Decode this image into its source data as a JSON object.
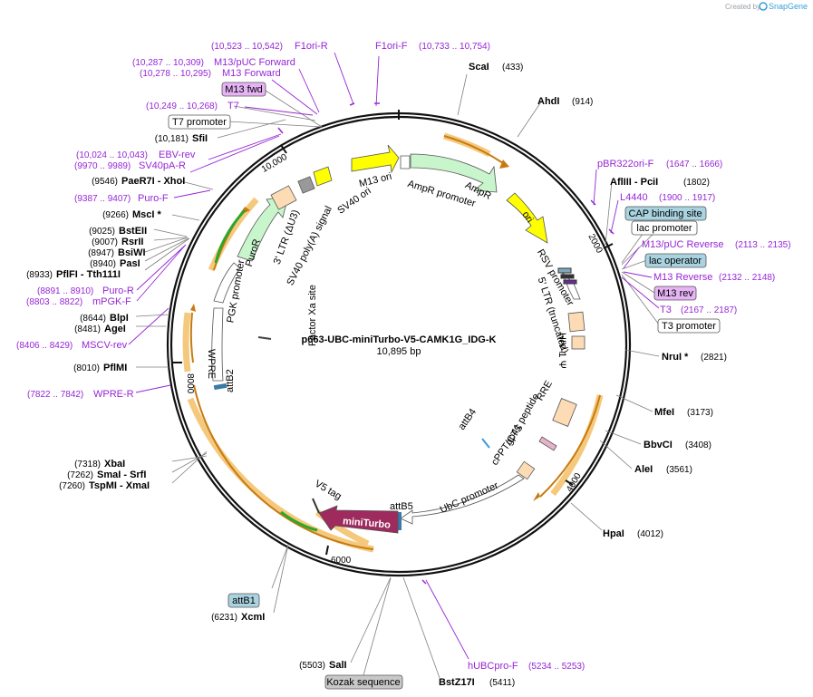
{
  "watermark": {
    "prefix": "Created by",
    "brand": "SnapGene"
  },
  "plasmid": {
    "name": "p663-UBC-miniTurbo-V5-CAMK1G_IDG-K",
    "length": "10,895 bp"
  },
  "ticks": [
    "2000",
    "4000",
    "6000",
    "8000",
    "10,000"
  ],
  "sites_right": [
    {
      "name": "ScaI",
      "pos": "(433)"
    },
    {
      "name": "AhdI",
      "pos": "(914)"
    },
    {
      "name": "AflIII  - PciI",
      "pos": "(1802)"
    },
    {
      "name": "NruI *",
      "pos": "(2821)"
    },
    {
      "name": "MfeI",
      "pos": "(3173)"
    },
    {
      "name": "BbvCI",
      "pos": "(3408)"
    },
    {
      "name": "AleI",
      "pos": "(3561)"
    },
    {
      "name": "HpaI",
      "pos": "(4012)"
    },
    {
      "name": "BstZ17I",
      "pos": "(5411)"
    }
  ],
  "sites_left": [
    {
      "name": "SfiI",
      "pos": "(10,181)"
    },
    {
      "name": "PaeR7I  - XhoI",
      "pos": "(9546)"
    },
    {
      "name": "MscI *",
      "pos": "(9266)"
    },
    {
      "name": "BstEII",
      "pos": "(9025)"
    },
    {
      "name": "RsrII",
      "pos": "(9007)"
    },
    {
      "name": "BsiWI",
      "pos": "(8947)"
    },
    {
      "name": "PasI",
      "pos": "(8940)"
    },
    {
      "name": "PflFI  - Tth111I",
      "pos": "(8933)"
    },
    {
      "name": "BlpI",
      "pos": "(8644)"
    },
    {
      "name": "AgeI",
      "pos": "(8481)"
    },
    {
      "name": "PflMI",
      "pos": "(8010)"
    },
    {
      "name": "XbaI",
      "pos": "(7318)"
    },
    {
      "name": "SmaI  - SrfI",
      "pos": "(7262)"
    },
    {
      "name": "TspMI  - XmaI",
      "pos": "(7260)"
    },
    {
      "name": "XcmI",
      "pos": "(6231)"
    },
    {
      "name": "SalI",
      "pos": "(5503)"
    }
  ],
  "primers_right": [
    {
      "name": "F1ori-F",
      "range": "(10,733 .. 10,754)"
    },
    {
      "name": "pBR322ori-F",
      "range": "(1647 .. 1666)"
    },
    {
      "name": "L4440",
      "range": "(1900 .. 1917)"
    },
    {
      "name": "M13/pUC Reverse",
      "range": "(2113 .. 2135)"
    },
    {
      "name": "M13 Reverse",
      "range": "(2132 .. 2148)"
    },
    {
      "name": "T3",
      "range": "(2167 .. 2187)"
    },
    {
      "name": "hUBCpro-F",
      "range": "(5234 .. 5253)"
    }
  ],
  "primers_left": [
    {
      "name": "F1ori-R",
      "range": "(10,523 .. 10,542)"
    },
    {
      "name": "M13/pUC Forward",
      "range": "(10,287 .. 10,309)"
    },
    {
      "name": "M13 Forward",
      "range": "(10,278 .. 10,295)"
    },
    {
      "name": "T7",
      "range": "(10,249 .. 10,268)"
    },
    {
      "name": "EBV-rev",
      "range": "(10,024 .. 10,043)"
    },
    {
      "name": "SV40pA-R",
      "range": "(9970 .. 9989)"
    },
    {
      "name": "Puro-F",
      "range": "(9387 .. 9407)"
    },
    {
      "name": "Puro-R",
      "range": "(8891 .. 8910)"
    },
    {
      "name": "mPGK-F",
      "range": "(8803 .. 8822)"
    },
    {
      "name": "MSCV-rev",
      "range": "(8406 .. 8429)"
    },
    {
      "name": "WPRE-R",
      "range": "(7822 .. 7842)"
    }
  ],
  "boxes": {
    "m13_fwd": "M13 fwd",
    "t7_promoter": "T7 promoter",
    "cap_binding_site": "CAP binding site",
    "lac_promoter": "lac promoter",
    "lac_operator": "lac operator",
    "m13_rev": "M13 rev",
    "t3_promoter": "T3 promoter",
    "attb1": "attB1",
    "kozak_sequence": "Kozak sequence"
  },
  "features": {
    "m13_ori": "M13 ori",
    "ampr_promoter": "AmpR promoter",
    "ampr": "AmpR",
    "ori": "ori",
    "rsv_promoter": "RSV promoter",
    "ltr5": "5' LTR (truncated)",
    "hiv_psi": "HIV-1 Ψ",
    "rre": "RRE",
    "gp41": "gp41 peptide",
    "cppt": "cPPT/CTS",
    "attb4": "attB4",
    "ubc_promoter": "UbC promoter",
    "attb5": "attB5",
    "miniturbo": "miniTurbo",
    "v5_tag": "V5 tag",
    "attb2": "attB2",
    "wpre": "WPRE",
    "factor_xa": "Factor Xa site",
    "pgk_promoter": "PGK promoter",
    "puror": "PuroR",
    "ltr3": "3' LTR (ΔU3)",
    "sv40_polya": "SV40 poly(A) signal",
    "sv40_ori": "SV40 ori"
  },
  "colors": {
    "backbone": "#111111",
    "primer": "#9626d6",
    "orf_band": "#f5c97d",
    "orf_arrow": "#c87a10",
    "ampr_fill": "#c8f5cc",
    "ori_fill": "#ffff00",
    "miniturbo_fill": "#9e2a5e",
    "ltr_fill": "#fddcb5",
    "puror_fill": "#c8f5cc",
    "box_blue": "#a9d3e0",
    "box_purple": "#e6b3f5",
    "box_grey": "#c8c8c8"
  }
}
